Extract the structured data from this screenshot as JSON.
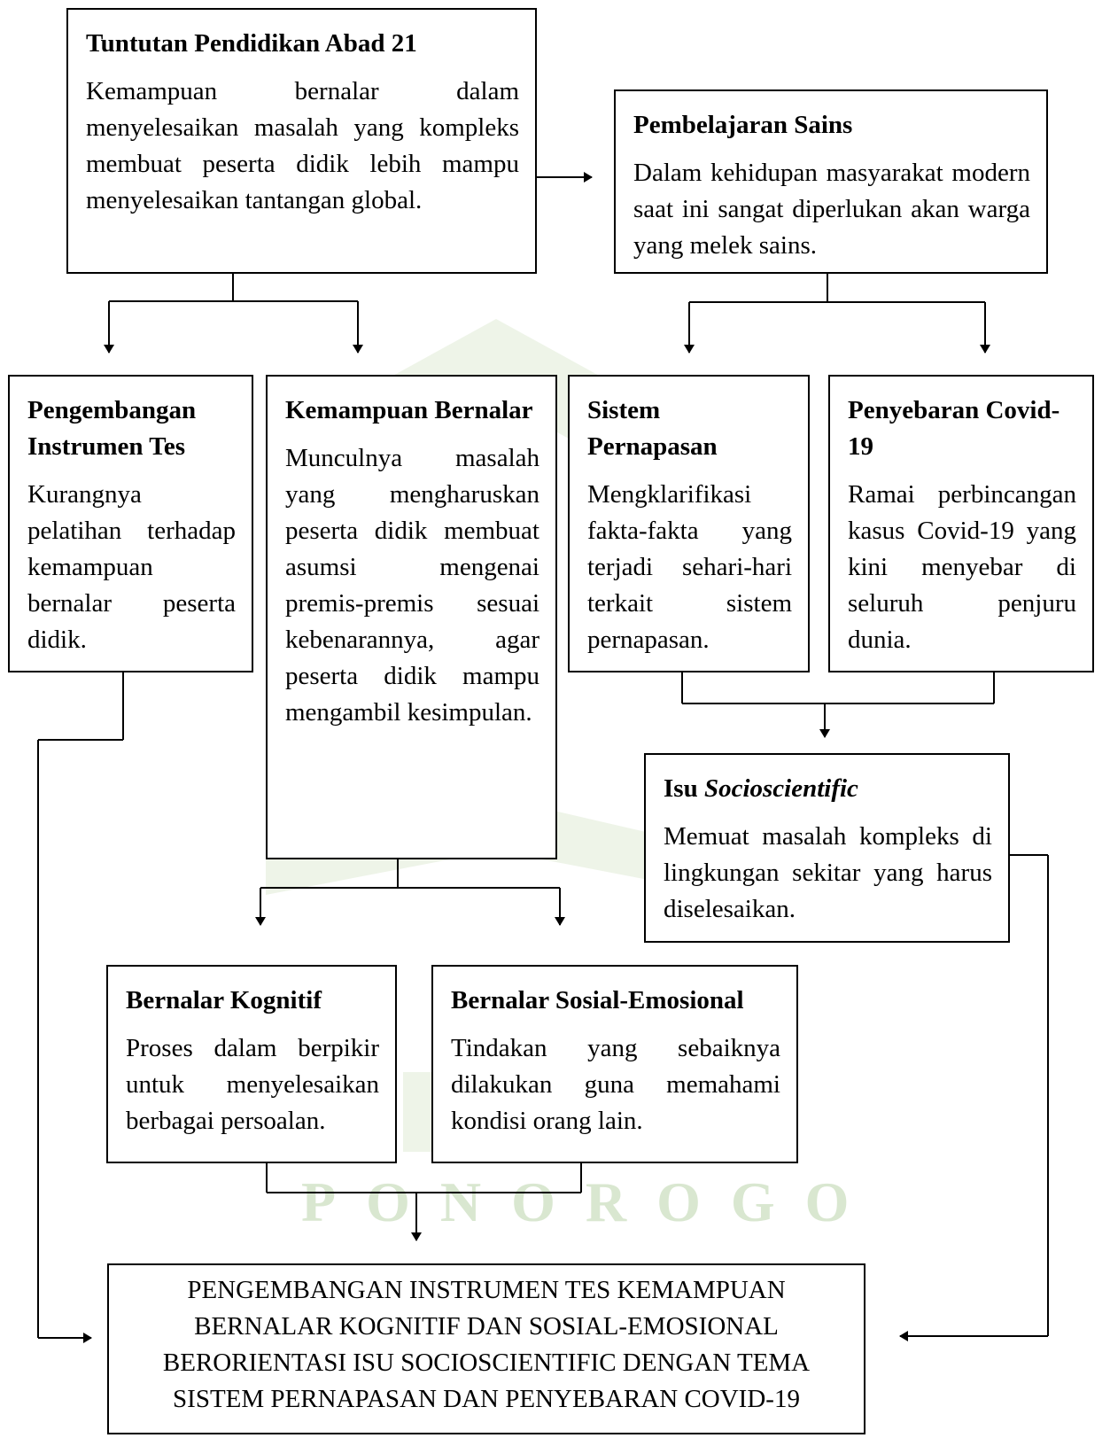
{
  "watermark": {
    "text": "PONOROGO",
    "color": "#d9e7d0"
  },
  "boxes": {
    "tuntutan": {
      "title": "Tuntutan Pendidikan Abad 21",
      "body": "Kemampuan bernalar dalam menyelesaikan masalah yang kompleks membuat peserta didik lebih mampu menyelesaikan tantangan global."
    },
    "sains": {
      "title": "Pembelajaran Sains",
      "body": "Dalam kehidupan masyarakat modern saat ini sangat diperlukan akan warga yang melek sains."
    },
    "instrumen": {
      "title": "Pengembangan Instrumen Tes",
      "body": "Kurangnya pelatihan terhadap kemampuan bernalar peserta didik."
    },
    "bernalar": {
      "title": "Kemampuan Bernalar",
      "body": "Munculnya masalah yang mengharuskan peserta didik membuat asumsi mengenai premis-premis sesuai kebenarannya, agar peserta didik mampu mengambil kesimpulan."
    },
    "pernapasan": {
      "title": "Sistem Pernapasan",
      "body": "Mengklarifikasi fakta-fakta yang terjadi sehari-hari terkait sistem pernapasan."
    },
    "covid": {
      "title": "Penyebaran Covid-19",
      "body": "Ramai perbincangan kasus Covid-19 yang kini menyebar di seluruh penjuru dunia."
    },
    "isu": {
      "title_prefix": "Isu ",
      "title_italic": "Socioscientific",
      "body": "Memuat masalah kompleks di lingkungan sekitar yang harus diselesaikan."
    },
    "kognitif": {
      "title": "Bernalar Kognitif",
      "body": "Proses dalam berpikir untuk menyelesaikan berbagai persoalan."
    },
    "sosial": {
      "title": "Bernalar Sosial-Emosional",
      "body": "Tindakan yang sebaiknya dilakukan guna memahami kondisi orang lain."
    },
    "final": {
      "text": "PENGEMBANGAN INSTRUMEN TES KEMAMPUAN BERNALAR KOGNITIF DAN SOSIAL-EMOSIONAL BERORIENTASI ISU SOCIOSCIENTIFIC DENGAN TEMA SISTEM PERNAPASAN DAN PENYEBARAN COVID-19"
    }
  }
}
